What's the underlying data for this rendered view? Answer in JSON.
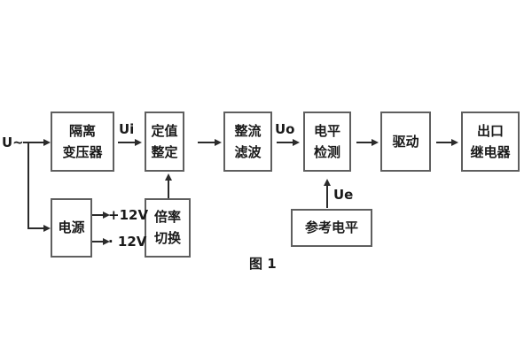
{
  "diagram": {
    "caption": "图 1",
    "input_label": "U~",
    "signal_labels": {
      "ui": "Ui",
      "uo": "Uo",
      "ue": "Ue"
    },
    "power_labels": {
      "positive": "+12V",
      "negative": "· 12V"
    },
    "blocks": {
      "isolation_transformer": {
        "line1": "隔离",
        "line2": "变压器"
      },
      "setting": {
        "line1": "定值",
        "line2": "整定"
      },
      "rectifier_filter": {
        "line1": "整流",
        "line2": "滤波"
      },
      "level_detection": {
        "line1": "电平",
        "line2": "检测"
      },
      "drive": {
        "line1": "驱动"
      },
      "output_relay": {
        "line1": "出口",
        "line2": "继电器"
      },
      "power_supply": {
        "line1": "电源"
      },
      "ratio_switch": {
        "line1": "倍率",
        "line2": "切换"
      },
      "reference_level": {
        "line1": "参考电平"
      }
    },
    "colors": {
      "background": "#ffffff",
      "box_border": "#5f5f5f",
      "line": "#2b2b2b",
      "text": "#1a1a1a"
    }
  }
}
